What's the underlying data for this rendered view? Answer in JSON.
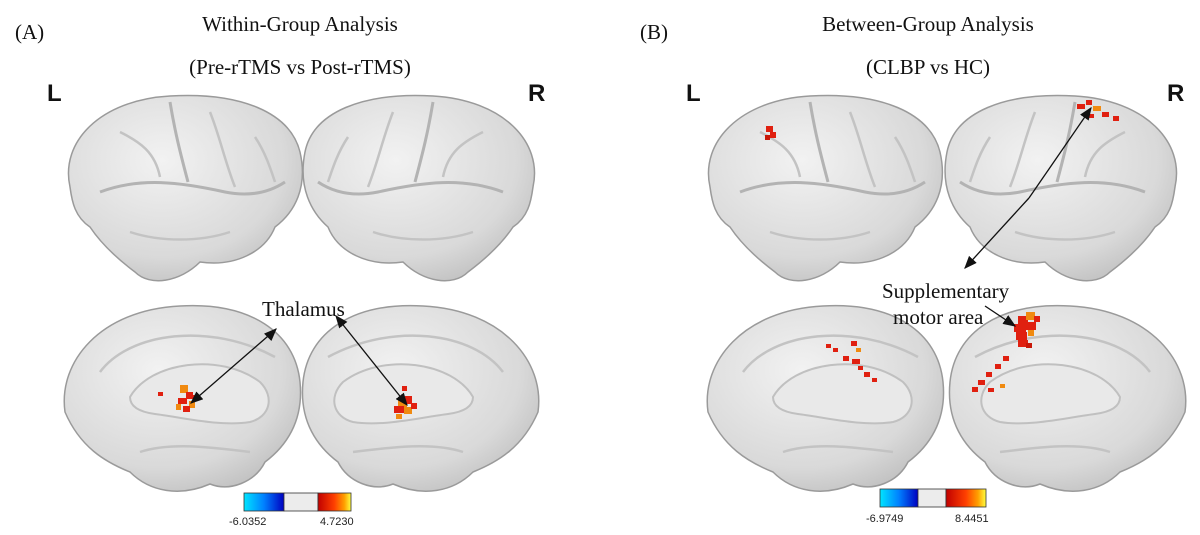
{
  "panels": [
    {
      "label": "(A)",
      "title_line1": "Within-Group Analysis",
      "title_line2": "(Pre-rTMS vs Post-rTMS)",
      "hemi_left": "L",
      "hemi_right": "R",
      "annotation": "Thalamus",
      "colorbar_min": "-6.0352",
      "colorbar_max": "4.7230"
    },
    {
      "label": "(B)",
      "title_line1": "Between-Group Analysis",
      "title_line2": "(CLBP vs HC)",
      "hemi_left": "L",
      "hemi_right": "R",
      "annotation_line1": "Supplementary",
      "annotation_line2": "motor area",
      "colorbar_min": "-6.9749",
      "colorbar_max": "8.4451"
    }
  ],
  "colors": {
    "brain_fill": "#dedede",
    "brain_stroke": "#9a9a9a",
    "sulcus": "#b3b3b3",
    "activation_hot": "#e02010",
    "activation_warm": "#f08a10",
    "arrow": "#111111"
  }
}
